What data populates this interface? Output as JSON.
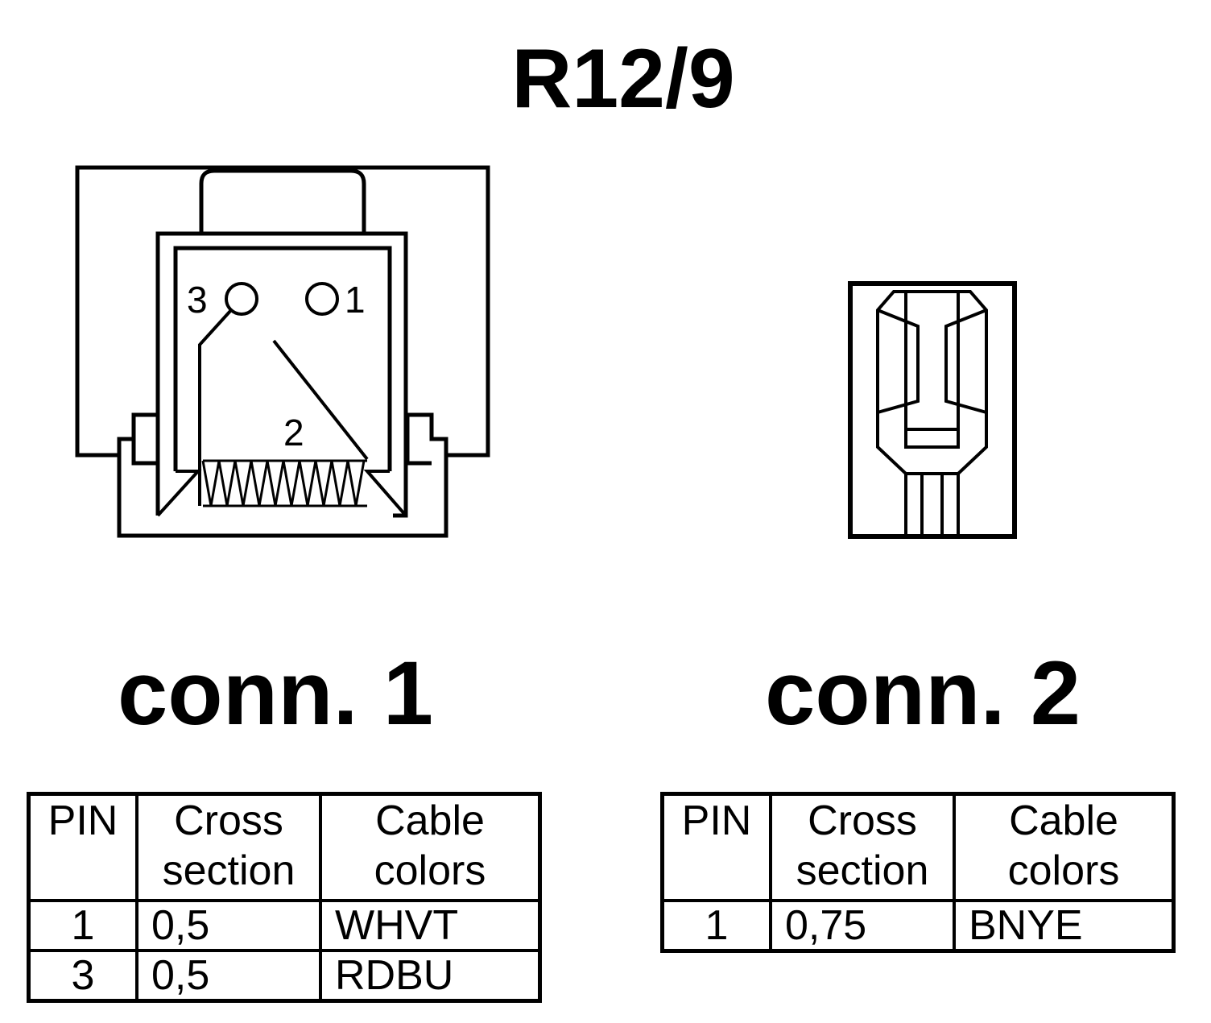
{
  "title": "R12/9",
  "connectors": [
    {
      "label": "conn. 1",
      "pin_labels": [
        "3",
        "1",
        "2"
      ],
      "table": {
        "headers": [
          "PIN",
          "Cross\nsection",
          "Cable\ncolors"
        ],
        "rows": [
          {
            "pin": "1",
            "cross_section": "0,5",
            "cable_colors": "WHVT"
          },
          {
            "pin": "3",
            "cross_section": "0,5",
            "cable_colors": "RDBU"
          }
        ]
      }
    },
    {
      "label": "conn. 2",
      "table": {
        "headers": [
          "PIN",
          "Cross\nsection",
          "Cable\ncolors"
        ],
        "rows": [
          {
            "pin": "1",
            "cross_section": "0,75",
            "cable_colors": "BNYE"
          }
        ]
      }
    }
  ]
}
